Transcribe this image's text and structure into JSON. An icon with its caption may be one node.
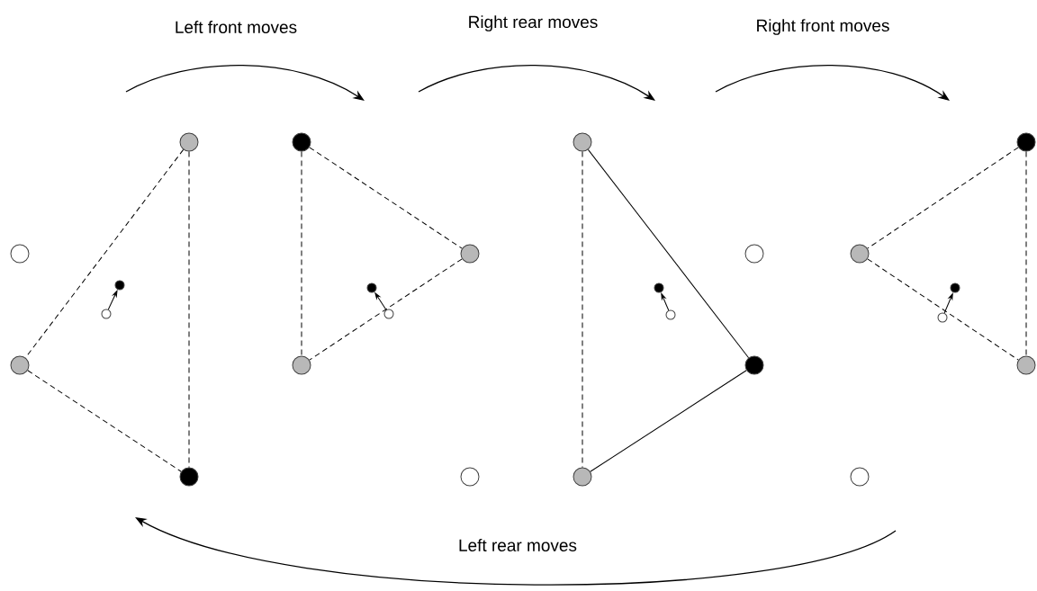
{
  "diagram": {
    "nodes": [
      {
        "text": [],
        "shape": "circle"
      },
      {
        "text": [],
        "shape": "circle"
      },
      {
        "text": [],
        "shape": "circle"
      },
      {
        "text": [],
        "shape": "circle"
      },
      {
        "text": [],
        "shape": "circle"
      },
      {
        "text": [],
        "shape": "circle"
      },
      {
        "text": [],
        "shape": "circle"
      },
      {
        "text": [],
        "shape": "circle"
      },
      {
        "text": [],
        "shape": "circle"
      },
      {
        "text": [],
        "shape": "circle"
      },
      {
        "text": [],
        "shape": "circle"
      },
      {
        "text": [],
        "shape": "circle"
      },
      {
        "text": [],
        "shape": "circle"
      },
      {
        "text": [],
        "shape": "circle"
      },
      {
        "text": [],
        "shape": "circle"
      },
      {
        "text": [],
        "shape": "circle"
      },
      {
        "text": [],
        "shape": "circle"
      },
      {
        "text": [],
        "shape": "circle"
      },
      {
        "text": [],
        "shape": "circle"
      },
      {
        "text": [],
        "shape": "circle"
      },
      {
        "text": [],
        "shape": "circle"
      },
      {
        "text": [],
        "shape": "circle"
      },
      {
        "text": [],
        "shape": "circle"
      },
      {
        "text": [],
        "shape": "circle"
      }
    ],
    "edges": [
      {
        "from": 0,
        "to": 2,
        "arrow": "none",
        "style": "dashed"
      },
      {
        "from": 0,
        "to": 3,
        "arrow": "none",
        "style": "dashed"
      },
      {
        "from": 2,
        "to": 3,
        "arrow": "none",
        "style": "dashed"
      },
      {
        "from": 5,
        "to": 4,
        "arrow": "to"
      },
      {
        "from": 6,
        "to": 7,
        "arrow": "none",
        "style": "dashed"
      },
      {
        "from": 6,
        "to": 8,
        "arrow": "none",
        "style": "dashed"
      },
      {
        "from": 7,
        "to": 8,
        "arrow": "none",
        "style": "dashed"
      },
      {
        "from": 11,
        "to": 10,
        "arrow": "to"
      },
      {
        "from": 12,
        "to": 15,
        "arrow": "none",
        "style": "dashed"
      },
      {
        "from": 12,
        "to": 14,
        "arrow": "none"
      },
      {
        "from": 14,
        "to": 15,
        "arrow": "none"
      },
      {
        "from": 17,
        "to": 16,
        "arrow": "to"
      },
      {
        "from": 18,
        "to": 19,
        "arrow": "none",
        "style": "dashed"
      },
      {
        "from": 18,
        "to": 20,
        "arrow": "none",
        "style": "dashed"
      },
      {
        "from": 19,
        "to": 20,
        "arrow": "none",
        "style": "dashed"
      },
      {
        "from": 23,
        "to": 22,
        "arrow": "to"
      }
    ],
    "labels": [
      "Left front moves",
      "Right rear moves",
      "Right front moves",
      "Left rear moves"
    ]
  }
}
